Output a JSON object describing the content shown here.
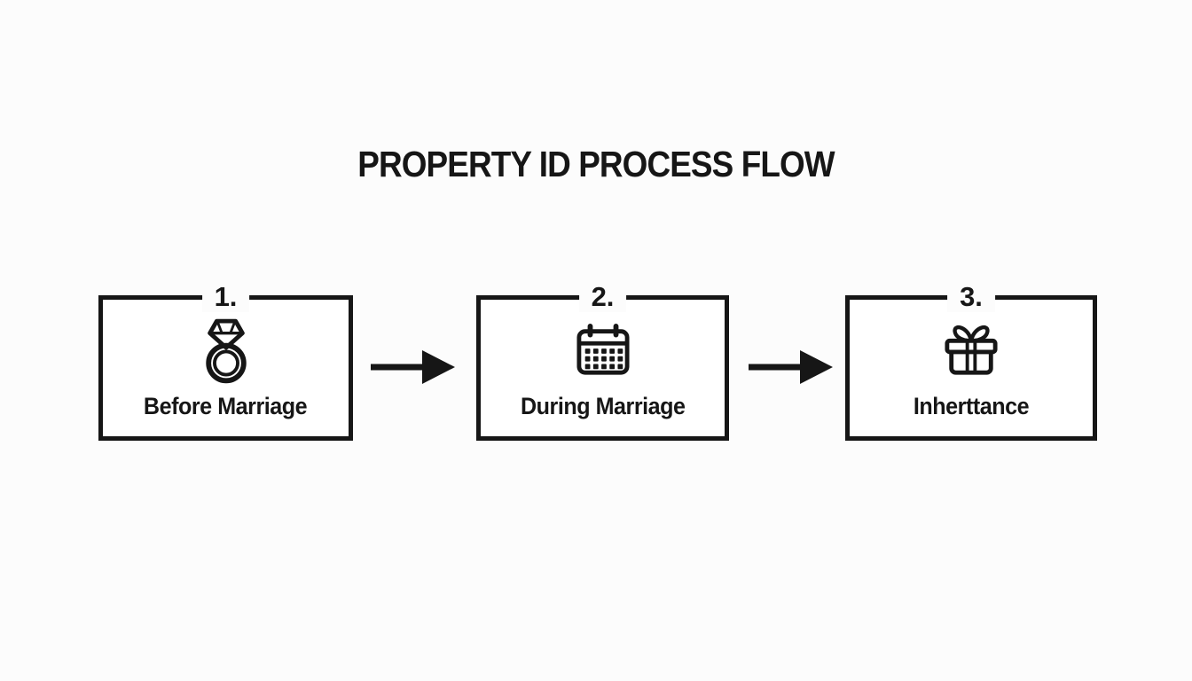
{
  "title": "PROPERTY ID PROCESS FLOW",
  "flow": {
    "steps": [
      {
        "number": "1.",
        "label": "Before Marriage",
        "icon": "ring-icon"
      },
      {
        "number": "2.",
        "label": "During Marriage",
        "icon": "calendar-icon"
      },
      {
        "number": "3.",
        "label": "Inherttance",
        "icon": "gift-icon"
      }
    ],
    "connector": "arrow-right"
  },
  "colors": {
    "ink": "#161616",
    "background": "#fcfcfc",
    "box_fill": "#ffffff"
  }
}
